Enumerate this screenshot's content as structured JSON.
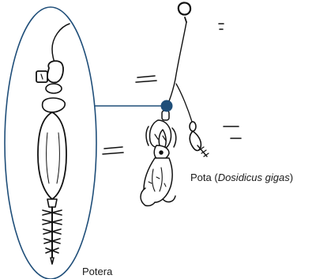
{
  "labels": {
    "pota_prefix": "Pota (",
    "pota_scientific": "Dosidicus gigas",
    "pota_suffix": ")",
    "potera": "Potera"
  },
  "colors": {
    "ellipse_outline": "#1f4e79",
    "connector_line": "#1f4e79",
    "connector_dot": "#1f4e79",
    "ink": "#111111",
    "background": "#ffffff"
  }
}
